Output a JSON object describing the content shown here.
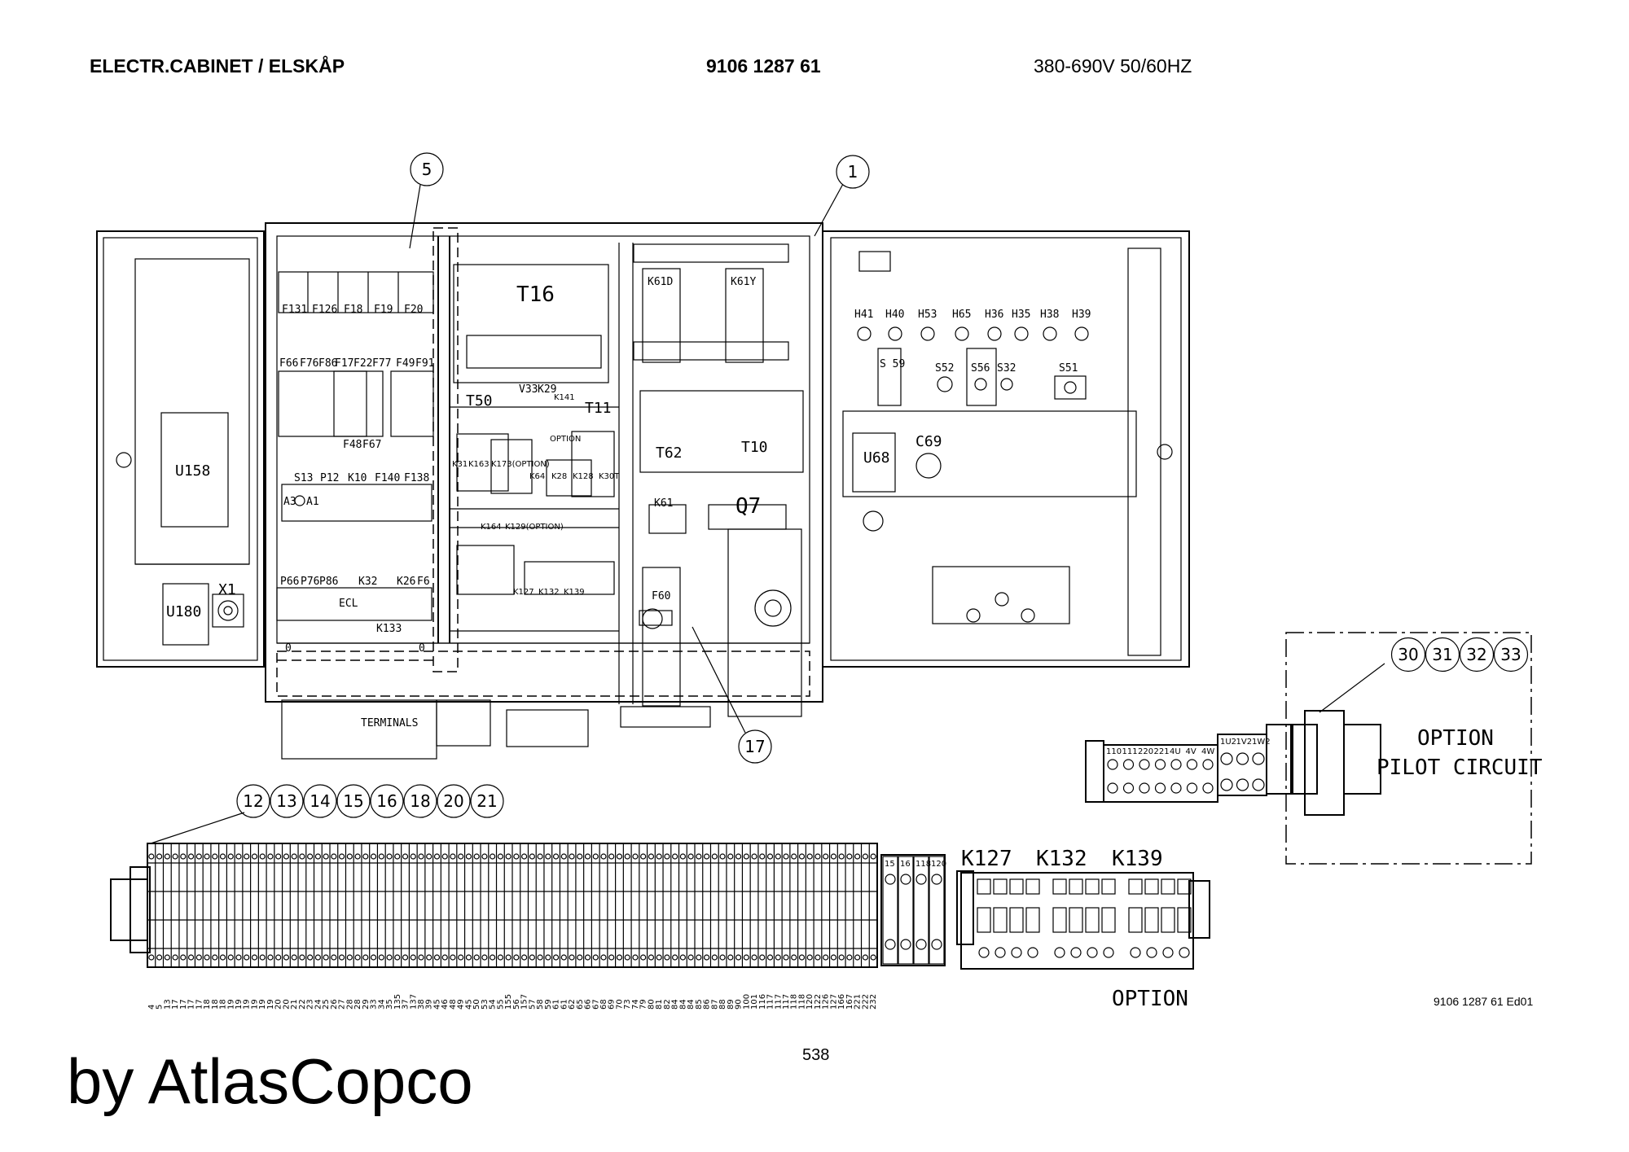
{
  "header": {
    "title": "ELECTR.CABINET / ELSKÅP",
    "part_number": "9106 1287 61",
    "voltage": "380-690V 50/60HZ"
  },
  "balloons": {
    "cabinet": [
      "5",
      "1",
      "17"
    ],
    "strip": [
      "12",
      "13",
      "14",
      "15",
      "16",
      "18",
      "20",
      "21"
    ],
    "pilot": [
      "30",
      "31",
      "32",
      "33"
    ]
  },
  "left_door": {
    "u158": "U158",
    "u180": "U180",
    "x1": "X1"
  },
  "cabinet_left": {
    "fuses_top": [
      "F131",
      "F126",
      "F18",
      "F19",
      "F20"
    ],
    "fuses_row2": [
      "F66",
      "F76",
      "F86",
      "F17",
      "F22",
      "F77",
      "F49",
      "F91"
    ],
    "fuses_row2_bottom": [
      "F48",
      "F67"
    ],
    "row3": [
      "S13",
      "P12",
      "K10",
      "F140",
      "F138"
    ],
    "s13_pos": [
      "A3",
      "A1"
    ],
    "row4": [
      "P66",
      "P76",
      "P86",
      "K32",
      "K26",
      "F6"
    ],
    "ecl": "ECL",
    "k133": "K133",
    "zero_left": "0",
    "zero_right": "0",
    "terminals": "TERMINALS"
  },
  "cabinet_mid": {
    "t16": "T16",
    "t50": "T50",
    "v33": "V33",
    "k29": "K29",
    "k141": "K141",
    "t11": "T11",
    "option": "OPTION",
    "k31": "K31",
    "k163": "K163",
    "k173": "K173(OPTION)",
    "k64": "K64",
    "k28": "K28",
    "k128": "K128",
    "k30t": "K30T",
    "k164": "K164",
    "k129": "K129(OPTION)",
    "k127": "K127",
    "k132": "K132",
    "k139": "K139"
  },
  "cabinet_right": {
    "k61d": "K61D",
    "k61y": "K61Y",
    "t62": "T62",
    "t10": "T10",
    "k61": "K61",
    "q7": "Q7",
    "f60": "F60"
  },
  "right_door": {
    "lamps": [
      "H41",
      "H40",
      "H53",
      "H65",
      "H36",
      "H35",
      "H38",
      "H39"
    ],
    "s59": "S 59",
    "s52": "S52",
    "s56": "S56",
    "s32": "S32",
    "s51": "S51",
    "u68": "U68",
    "c69": "C69"
  },
  "terminal_strip": {
    "numbers": [
      "4",
      "5",
      "13",
      "17",
      "17",
      "17",
      "17",
      "18",
      "18",
      "18",
      "19",
      "19",
      "19",
      "19",
      "19",
      "19",
      "20",
      "20",
      "21",
      "22",
      "23",
      "24",
      "25",
      "26",
      "27",
      "28",
      "28",
      "29",
      "33",
      "34",
      "35",
      "135",
      "37",
      "137",
      "38",
      "39",
      "45",
      "46",
      "48",
      "49",
      "45",
      "50",
      "53",
      "54",
      "55",
      "155",
      "56",
      "157",
      "57",
      "58",
      "59",
      "61",
      "61",
      "62",
      "65",
      "66",
      "67",
      "68",
      "69",
      "70",
      "73",
      "74",
      "79",
      "80",
      "81",
      "82",
      "84",
      "84",
      "84",
      "85",
      "86",
      "87",
      "88",
      "89",
      "90",
      "100",
      "101",
      "116",
      "117",
      "117",
      "117",
      "118",
      "118",
      "120",
      "122",
      "126",
      "127",
      "166",
      "167",
      "221",
      "222",
      "232"
    ],
    "fuse_blocks": [
      "15",
      "16",
      "118",
      "120"
    ],
    "relays": [
      "K127",
      "K132",
      "K139"
    ],
    "option": "OPTION"
  },
  "pilot": {
    "terminals_a": [
      "110",
      "111",
      "220",
      "221",
      "4U",
      "4V",
      "4W"
    ],
    "terminals_b": [
      "1U2",
      "1V2",
      "1W2"
    ],
    "title_1": "OPTION",
    "title_2": "PILOT CIRCUIT"
  },
  "footer": {
    "drawing_ref": "9106 1287 61 Ed01",
    "page_number": "538",
    "brand": "by AtlasCopco"
  }
}
